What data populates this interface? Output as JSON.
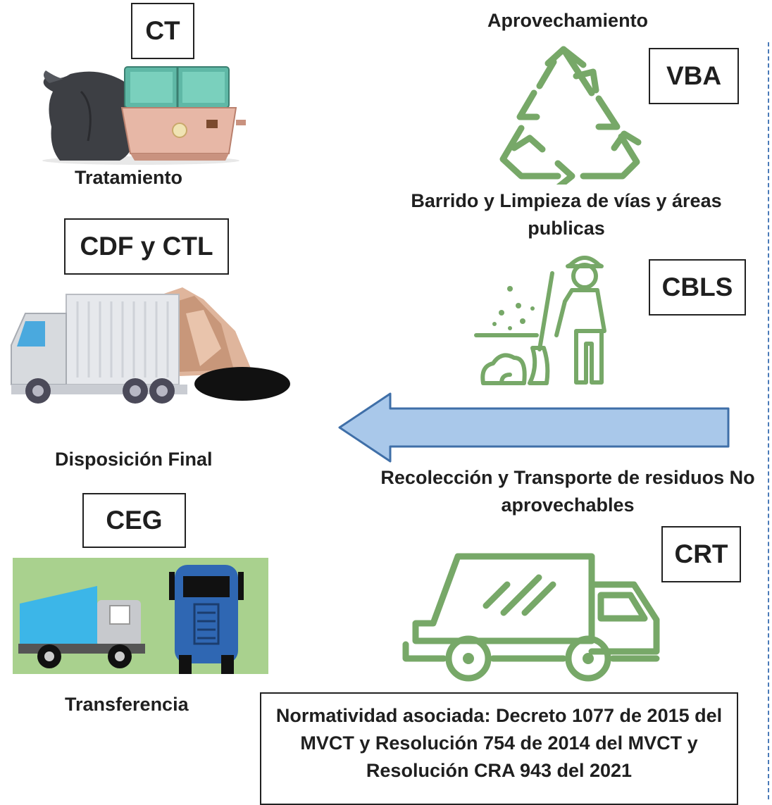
{
  "boxes": {
    "ct": "CT",
    "vba": "VBA",
    "cdf_ctl": "CDF y CTL",
    "cbls": "CBLS",
    "ceg": "CEG",
    "crt": "CRT"
  },
  "labels": {
    "aprovechamiento": "Aprovechamiento",
    "tratamiento": "Tratamiento",
    "barrido": "Barrido y Limpieza de vías y áreas publicas",
    "disposicion": "Disposición Final",
    "recoleccion": "Recolección y Transporte de residuos No aprovechables",
    "transferencia": "Transferencia"
  },
  "note": "Normatividad asociada: Decreto 1077 de 2015 del MVCT y Resolución 754 de 2014 del MVCT y Resolución CRA 943 del 2021",
  "icons": [
    "waste-container-icon",
    "recycle-icon",
    "landfill-truck-icon",
    "street-sweeper-icon",
    "transfer-trucks-icon",
    "garbage-truck-icon",
    "flow-arrow"
  ],
  "colors": {
    "icon_green": "#77a868",
    "arrow_fill": "#a9c8ea",
    "arrow_stroke": "#3f6fa8",
    "transfer_bg": "#a9d18e",
    "dashed_line": "#4a7ab8"
  }
}
